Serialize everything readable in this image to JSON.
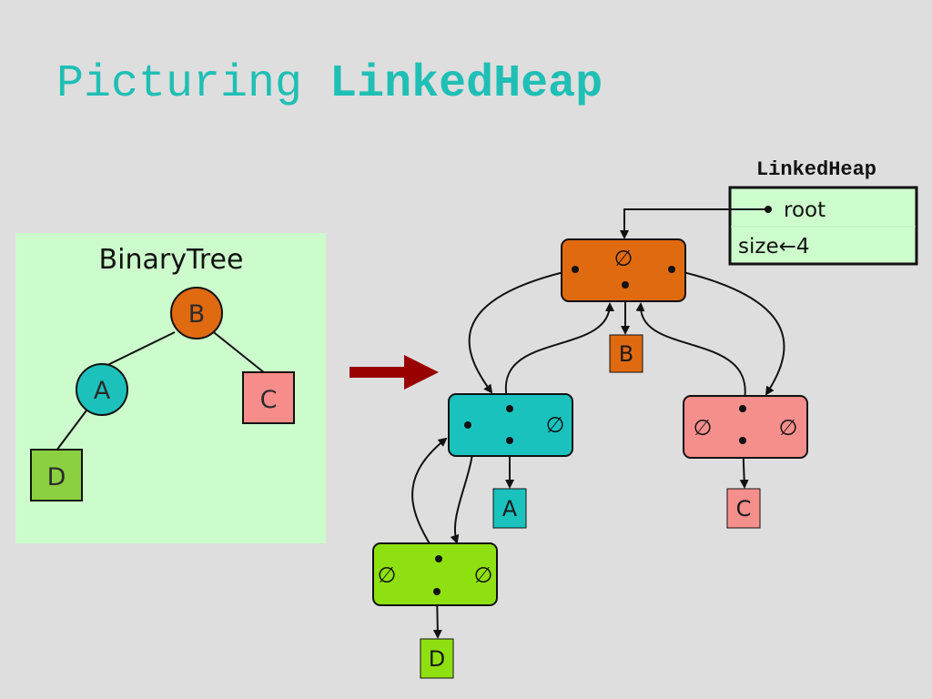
{
  "title": {
    "prefix": "Picturing ",
    "emphasis": "LinkedHeap"
  },
  "binary_tree": {
    "label": "BinaryTree",
    "nodes": [
      {
        "id": "B",
        "label": "B",
        "shape": "circle",
        "color": "#df6a0f"
      },
      {
        "id": "A",
        "label": "A",
        "shape": "circle",
        "color": "#1dc1bc"
      },
      {
        "id": "C",
        "label": "C",
        "shape": "square",
        "color": "#f68d8b"
      },
      {
        "id": "D",
        "label": "D",
        "shape": "square",
        "color": "#8bd041"
      }
    ],
    "edges": [
      [
        "B",
        "A"
      ],
      [
        "B",
        "C"
      ],
      [
        "A",
        "D"
      ]
    ]
  },
  "arrow": {
    "color": "#990000"
  },
  "linked_heap": {
    "title": "LinkedHeap",
    "fields": [
      {
        "label": "root"
      },
      {
        "label": "size←4"
      }
    ],
    "box_color": "#cdfdcd",
    "nodes": [
      {
        "id": "B",
        "value": "B",
        "color": "#e06a10",
        "parent": "∅",
        "left": "",
        "right": ""
      },
      {
        "id": "A",
        "value": "A",
        "color": "#1ac2bd",
        "parent": "",
        "left": "",
        "right": "∅"
      },
      {
        "id": "C",
        "value": "C",
        "color": "#f58f8c",
        "parent": "",
        "left": "∅",
        "right": "∅"
      },
      {
        "id": "D",
        "value": "D",
        "color": "#8fe010",
        "parent": "",
        "left": "∅",
        "right": "∅"
      }
    ]
  }
}
